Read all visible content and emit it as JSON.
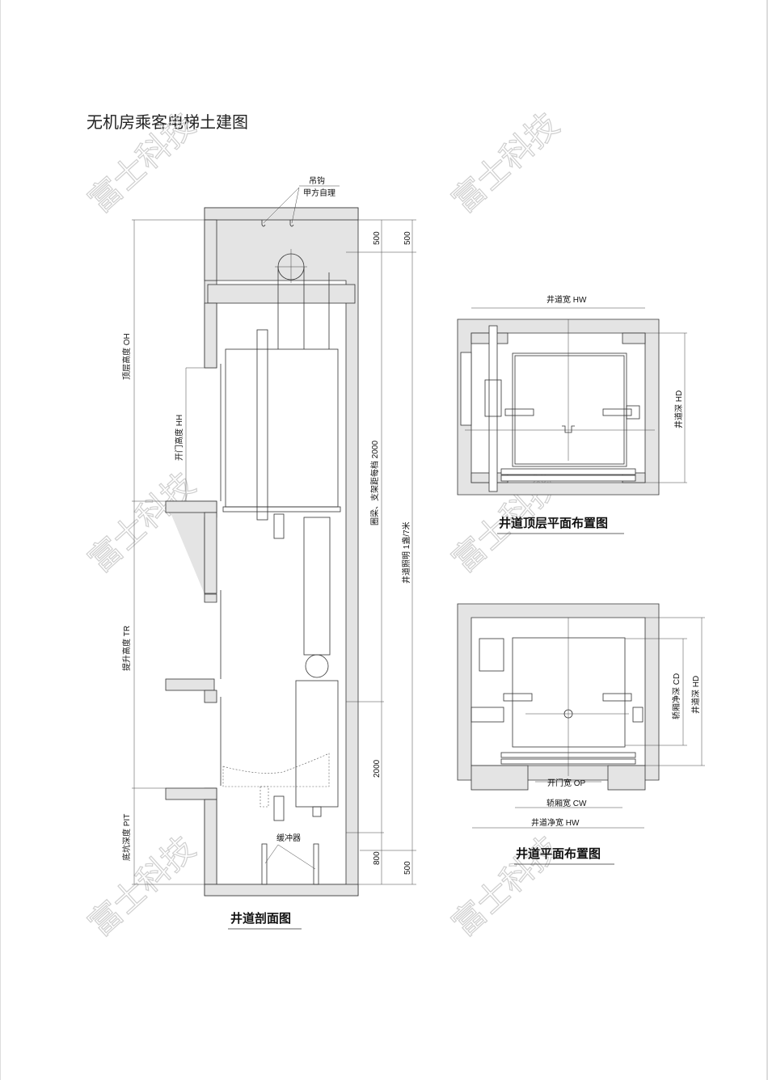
{
  "page_title": "无机房乘客电梯土建图",
  "watermark": "富士科技",
  "section_view": {
    "caption": "井道剖面图",
    "hook_label_1": "吊钩",
    "hook_label_2": "甲方自理",
    "dim_overhead": "顶层高度 OH",
    "dim_door_height": "开门高度 HH",
    "dim_travel": "提升高度 TR",
    "dim_pit": "底坑深度 PIT",
    "buffer_label": "缓冲器",
    "note_beam": "圈梁、支架距每档 2000",
    "note_lighting": "井道照明 1盏/7米",
    "dim_500_a": "500",
    "dim_500_b": "500",
    "dim_2000": "2000",
    "dim_800": "800",
    "dim_500_c": "500"
  },
  "top_plan": {
    "caption": "井道顶层平面布置图",
    "dim_width": "井道宽 HW",
    "dim_depth": "井道深 HD"
  },
  "floor_plan": {
    "caption": "井道平面布置图",
    "dim_car_depth": "轿厢净深 CD",
    "dim_depth": "井道深 HD",
    "dim_opening": "开门宽 OP",
    "dim_car_width": "轿厢宽 CW",
    "dim_clear_width": "井道净宽 HW"
  }
}
